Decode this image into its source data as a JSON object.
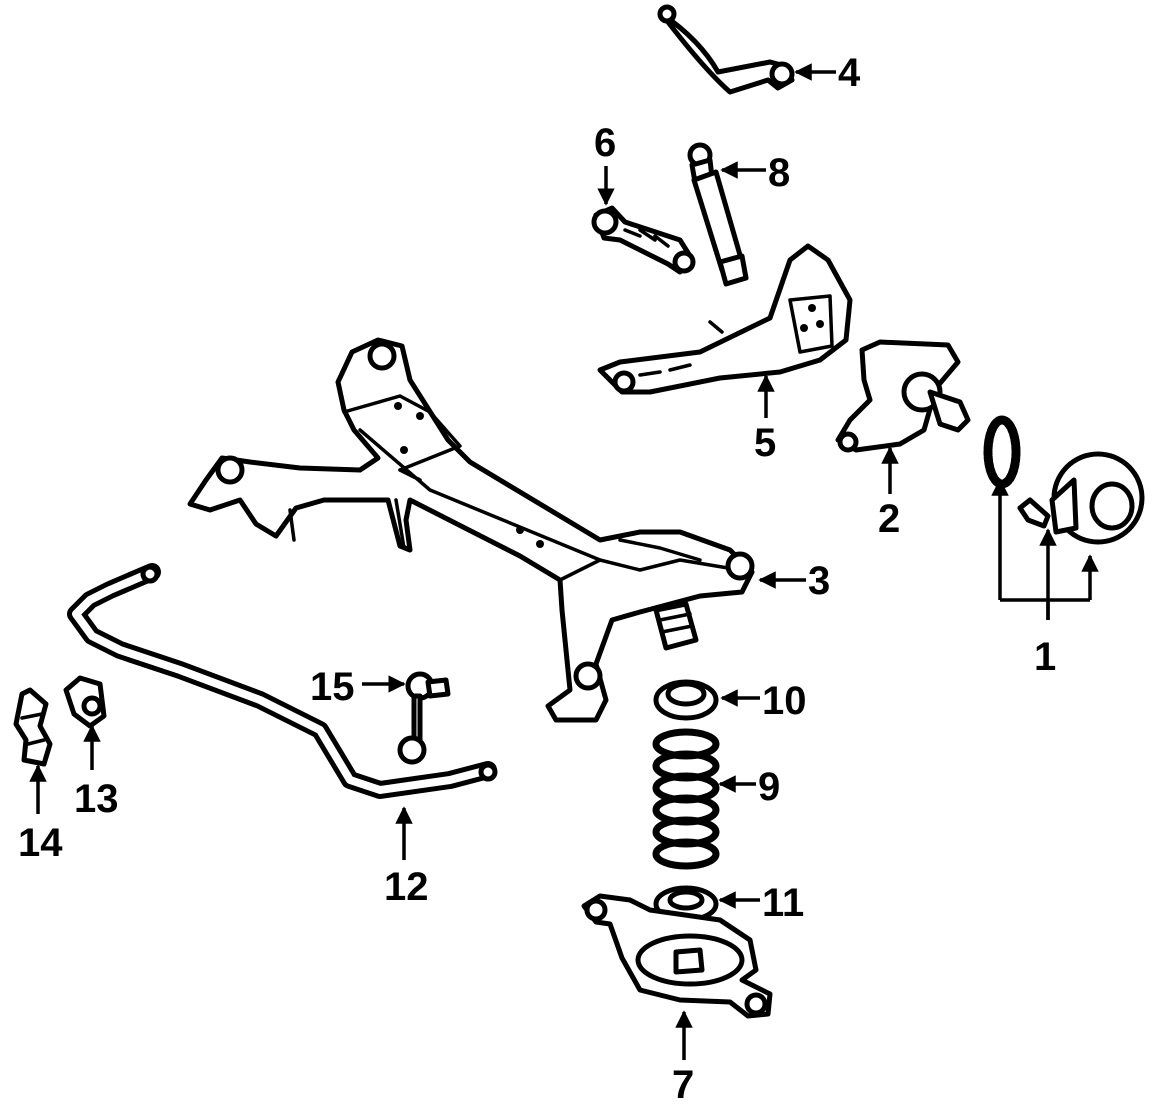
{
  "colors": {
    "ink": "#000000",
    "background": "#ffffff"
  },
  "callouts": [
    {
      "id": "1",
      "label": "1"
    },
    {
      "id": "2",
      "label": "2"
    },
    {
      "id": "3",
      "label": "3"
    },
    {
      "id": "4",
      "label": "4"
    },
    {
      "id": "5",
      "label": "5"
    },
    {
      "id": "6",
      "label": "6"
    },
    {
      "id": "7",
      "label": "7"
    },
    {
      "id": "8",
      "label": "8"
    },
    {
      "id": "9",
      "label": "9"
    },
    {
      "id": "10",
      "label": "10"
    },
    {
      "id": "11",
      "label": "11"
    },
    {
      "id": "12",
      "label": "12"
    },
    {
      "id": "13",
      "label": "13"
    },
    {
      "id": "14",
      "label": "14"
    },
    {
      "id": "15",
      "label": "15"
    }
  ]
}
